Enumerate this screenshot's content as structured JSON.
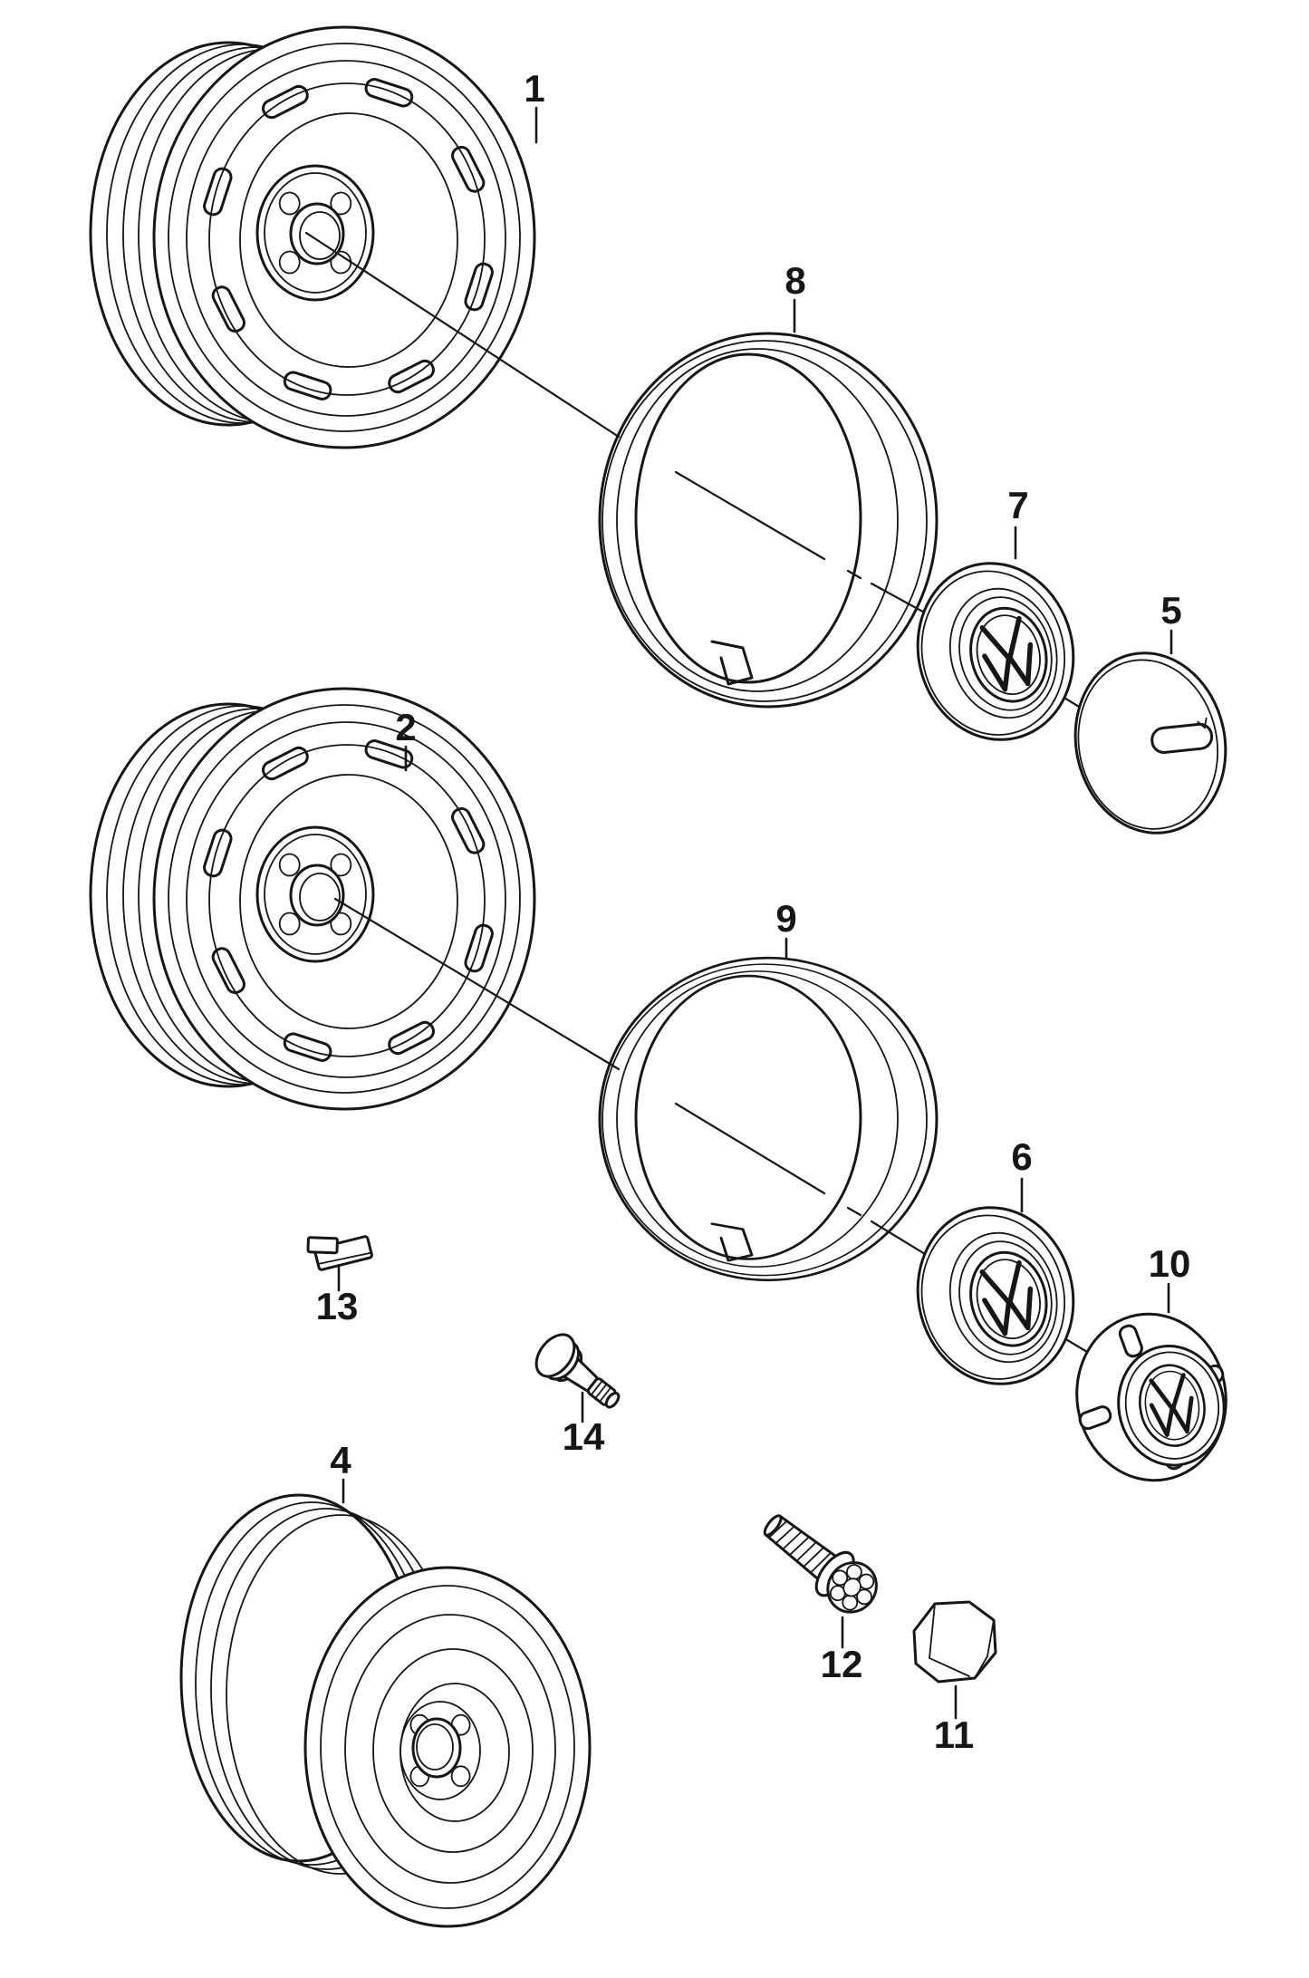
{
  "diagram": {
    "type": "exploded-parts-line-drawing",
    "background_color": "#ffffff",
    "line_color": "#161616"
  },
  "icons": {
    "vw_logo": "volkswagen-roundel"
  },
  "callouts": [
    {
      "label": "1"
    },
    {
      "label": "2"
    },
    {
      "label": "4"
    },
    {
      "label": "5"
    },
    {
      "label": "6"
    },
    {
      "label": "7"
    },
    {
      "label": "8"
    },
    {
      "label": "9"
    },
    {
      "label": "10"
    },
    {
      "label": "11"
    },
    {
      "label": "12"
    },
    {
      "label": "13"
    },
    {
      "label": "14"
    }
  ]
}
